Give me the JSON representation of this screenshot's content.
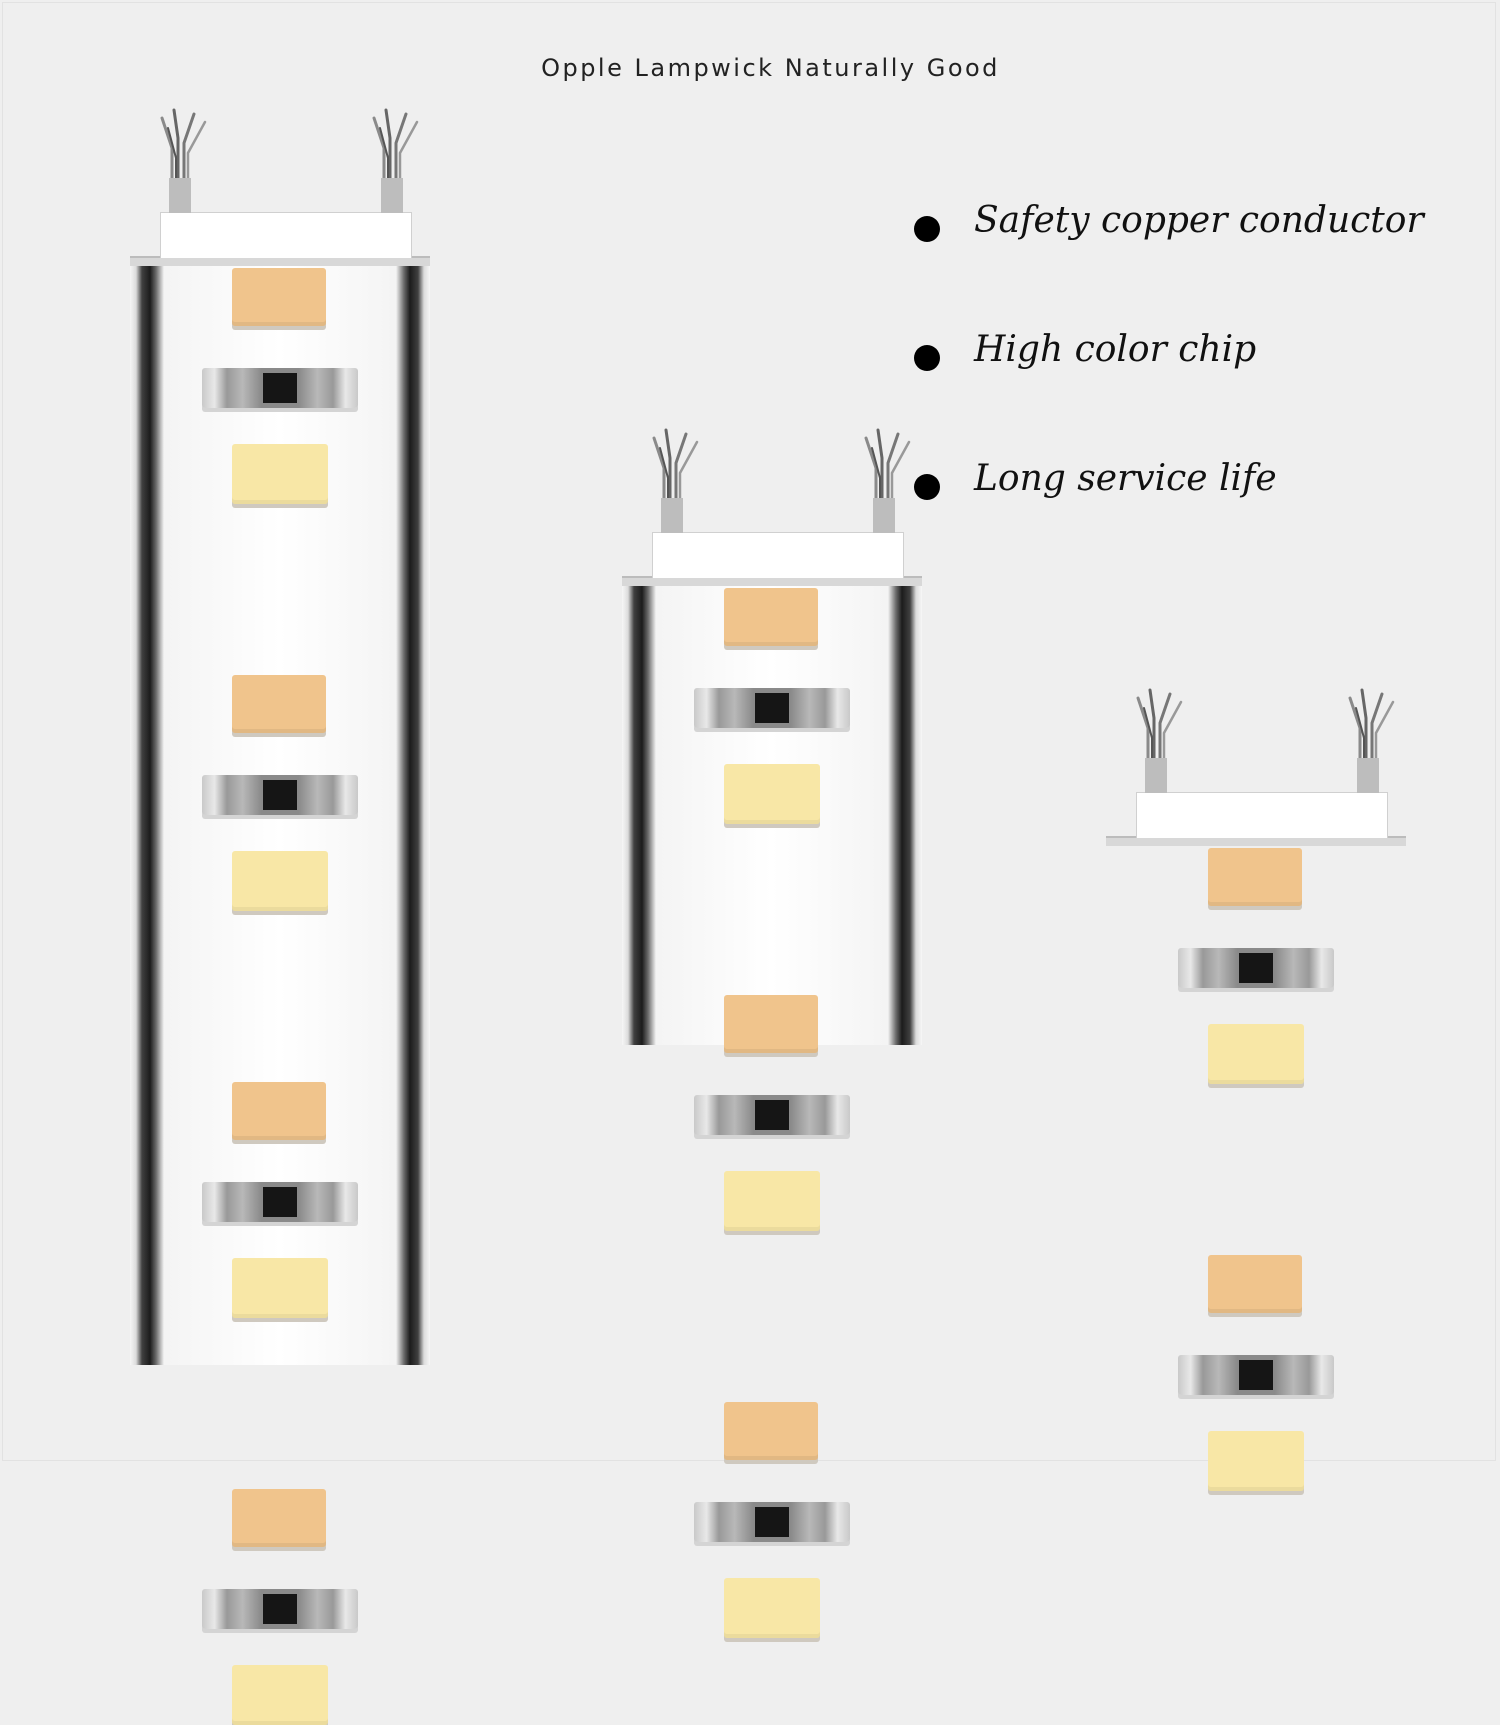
{
  "headline": "Opple Lampwick Naturally Good",
  "features": [
    {
      "text": "Safety copper conductor"
    },
    {
      "text": "High color chip"
    },
    {
      "text": "Long service life"
    }
  ],
  "colors": {
    "background": "#efefef",
    "chip_warm": "#f0c48c",
    "chip_cool": "#f8e7a6",
    "resistor_core": "#151515"
  },
  "icons": [
    "bullet-dot-icon",
    "wire-icon",
    "led-chip-icon",
    "resistor-icon"
  ]
}
